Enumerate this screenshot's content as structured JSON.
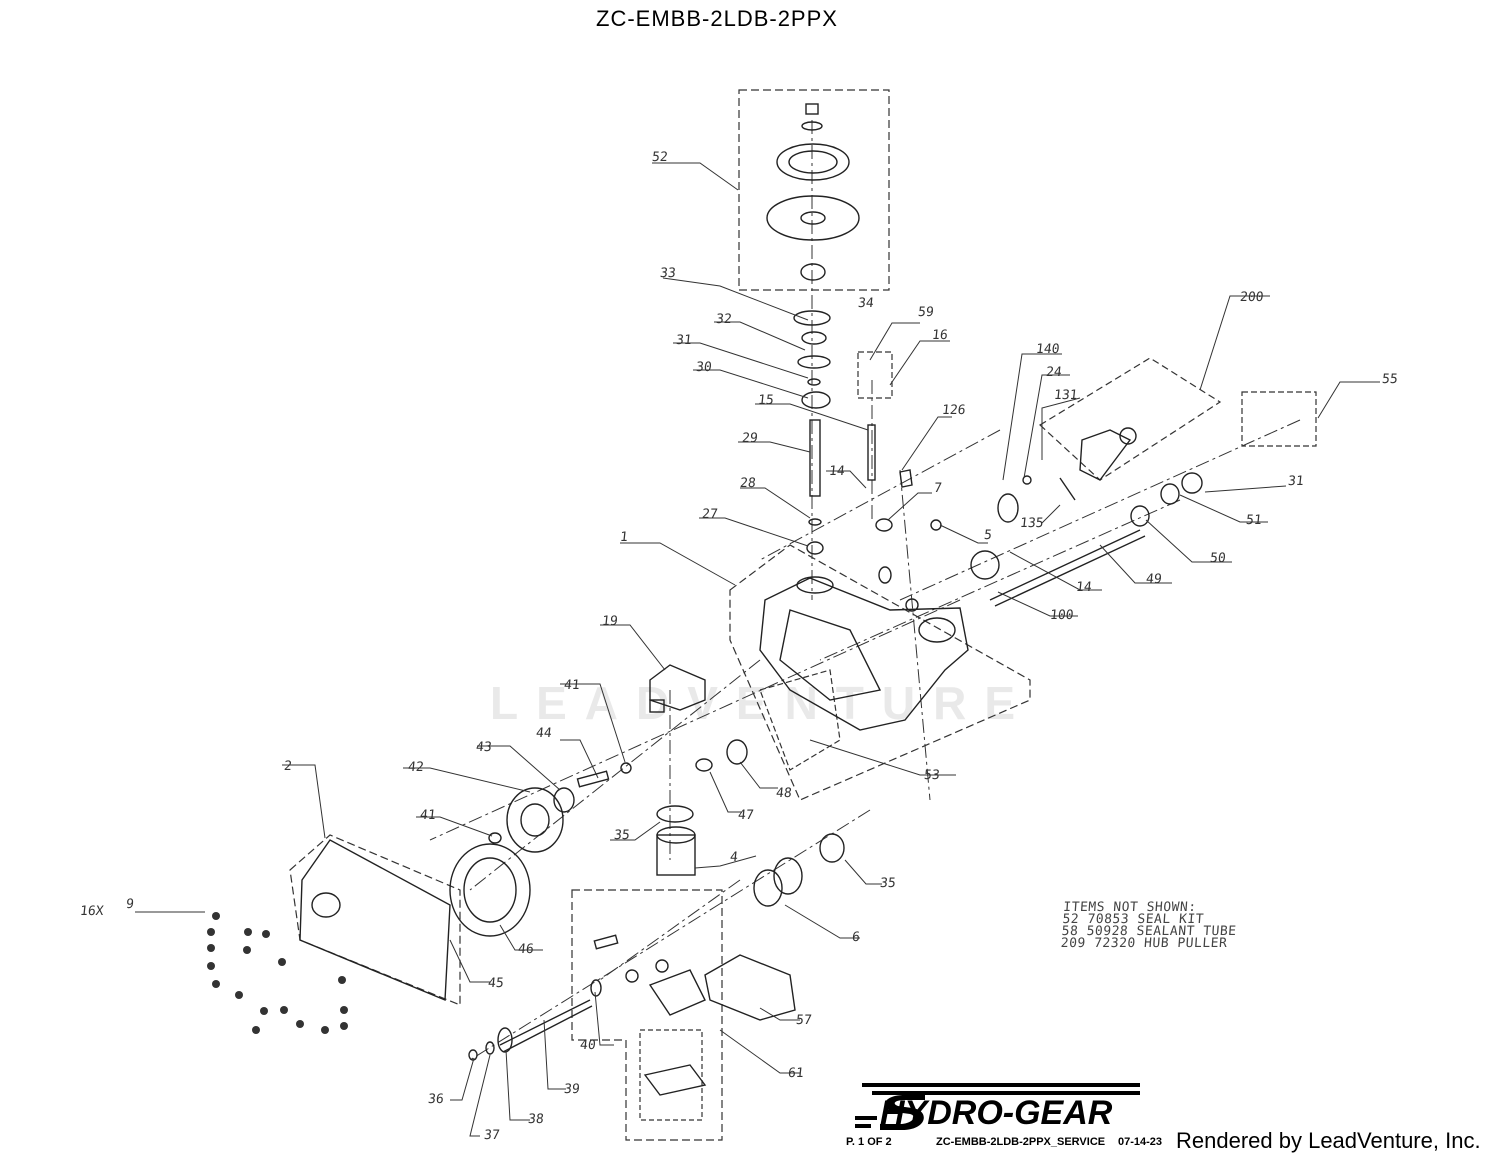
{
  "title": "ZC-EMBB-2LDB-2PPX",
  "callouts": [
    {
      "label": "52",
      "id": "52"
    },
    {
      "label": "33",
      "id": "33"
    },
    {
      "label": "34",
      "id": "34"
    },
    {
      "label": "32",
      "id": "32"
    },
    {
      "label": "31",
      "id": "31a"
    },
    {
      "label": "30",
      "id": "30"
    },
    {
      "label": "15",
      "id": "15"
    },
    {
      "label": "29",
      "id": "29"
    },
    {
      "label": "14",
      "id": "14a"
    },
    {
      "label": "28",
      "id": "28"
    },
    {
      "label": "27",
      "id": "27"
    },
    {
      "label": "59",
      "id": "59"
    },
    {
      "label": "16",
      "id": "16"
    },
    {
      "label": "126",
      "id": "126"
    },
    {
      "label": "7",
      "id": "7"
    },
    {
      "label": "140",
      "id": "140"
    },
    {
      "label": "24",
      "id": "24"
    },
    {
      "label": "131",
      "id": "131"
    },
    {
      "label": "200",
      "id": "200"
    },
    {
      "label": "55",
      "id": "55"
    },
    {
      "label": "31",
      "id": "31b"
    },
    {
      "label": "51",
      "id": "51"
    },
    {
      "label": "50",
      "id": "50"
    },
    {
      "label": "49",
      "id": "49"
    },
    {
      "label": "135",
      "id": "135"
    },
    {
      "label": "5",
      "id": "5"
    },
    {
      "label": "14",
      "id": "14b"
    },
    {
      "label": "100",
      "id": "100"
    },
    {
      "label": "1",
      "id": "1"
    },
    {
      "label": "19",
      "id": "19"
    },
    {
      "label": "41",
      "id": "41a"
    },
    {
      "label": "44",
      "id": "44"
    },
    {
      "label": "43",
      "id": "43"
    },
    {
      "label": "42",
      "id": "42"
    },
    {
      "label": "41",
      "id": "41b"
    },
    {
      "label": "48",
      "id": "48"
    },
    {
      "label": "47",
      "id": "47"
    },
    {
      "label": "53",
      "id": "53"
    },
    {
      "label": "35",
      "id": "35a"
    },
    {
      "label": "4",
      "id": "4"
    },
    {
      "label": "35",
      "id": "35b"
    },
    {
      "label": "6",
      "id": "6"
    },
    {
      "label": "2",
      "id": "2"
    },
    {
      "label": "16X",
      "id": "16X"
    },
    {
      "label": "9",
      "id": "9"
    },
    {
      "label": "46",
      "id": "46"
    },
    {
      "label": "45",
      "id": "45"
    },
    {
      "label": "57",
      "id": "57"
    },
    {
      "label": "40",
      "id": "40"
    },
    {
      "label": "61",
      "id": "61"
    },
    {
      "label": "36",
      "id": "36"
    },
    {
      "label": "39",
      "id": "39"
    },
    {
      "label": "38",
      "id": "38"
    },
    {
      "label": "37",
      "id": "37"
    }
  ],
  "notes": {
    "heading": "ITEMS NOT SHOWN:",
    "items": [
      "52 70853 SEAL KIT",
      "58 50928 SEALANT TUBE",
      "209 72320 HUB PULLER"
    ]
  },
  "watermark": "LEADVENTURE",
  "brand": "HYDRO-GEAR",
  "footer": {
    "page": "P. 1 OF 2",
    "doc": "ZC-EMBB-2LDB-2PPX_SERVICE",
    "date": "07-14-23"
  },
  "credit": "Rendered by LeadVenture, Inc.",
  "colors": {
    "line": "#333333",
    "watermark": "#e9e9e9"
  }
}
